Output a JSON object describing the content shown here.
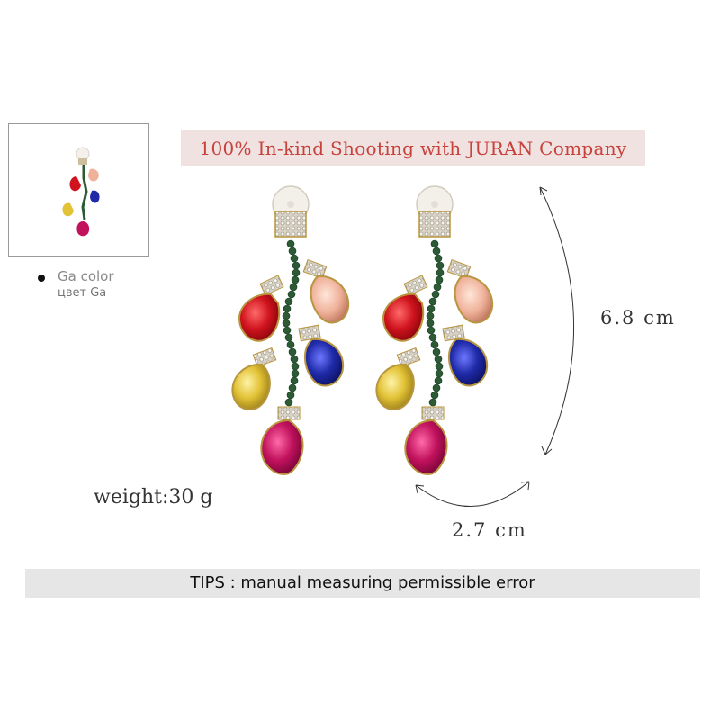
{
  "banner": {
    "text": "100% In-kind Shooting with JURAN Company"
  },
  "color_option": {
    "label": "Ga color",
    "label_ru": "цвет Ga",
    "selected": true
  },
  "dimensions": {
    "height": "6.8 cm",
    "width": "2.7 cm"
  },
  "weight": {
    "text": "weight:30 g"
  },
  "tips": {
    "text": "TIPS : manual measuring permissible error"
  },
  "colors": {
    "banner_bg": "#f1e2e2",
    "banner_text": "#c8423c",
    "tips_bg": "#e6e6e6",
    "stone_red": "#d0141e",
    "stone_peach": "#efb19a",
    "stone_blue": "#1f2aa8",
    "stone_yellow": "#e2c236",
    "stone_fuchsia": "#c2125e",
    "stem_green": "#2b5a35"
  }
}
